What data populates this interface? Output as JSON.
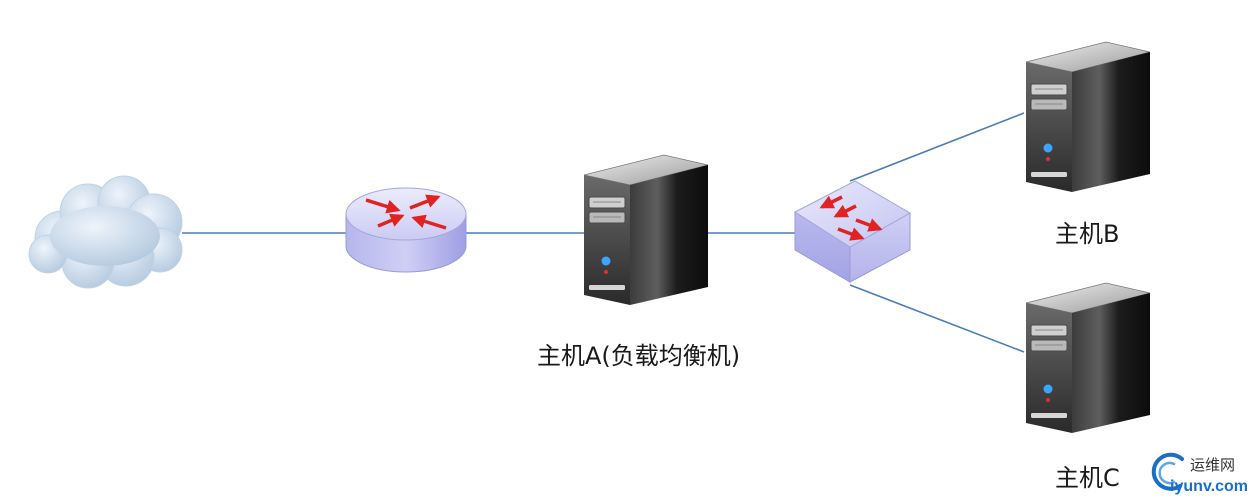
{
  "hosts": {
    "a_label": "主机A(负载均衡机)",
    "b_label": "主机B",
    "c_label": "主机C"
  },
  "watermark": {
    "name": "运维网",
    "site": "iyunv.com"
  },
  "colors": {
    "link": "#4a7db8",
    "device_body": "#c9c9f2",
    "arrow": "#e02222",
    "cloud": "#d3e2f1",
    "watermark_blue": "#1a6fc4"
  },
  "icons": {
    "internet": "cloud-icon",
    "router": "router-icon",
    "switch": "switch-icon",
    "server": "server-tower-icon",
    "watermark_logo": "swirl-logo-icon"
  }
}
